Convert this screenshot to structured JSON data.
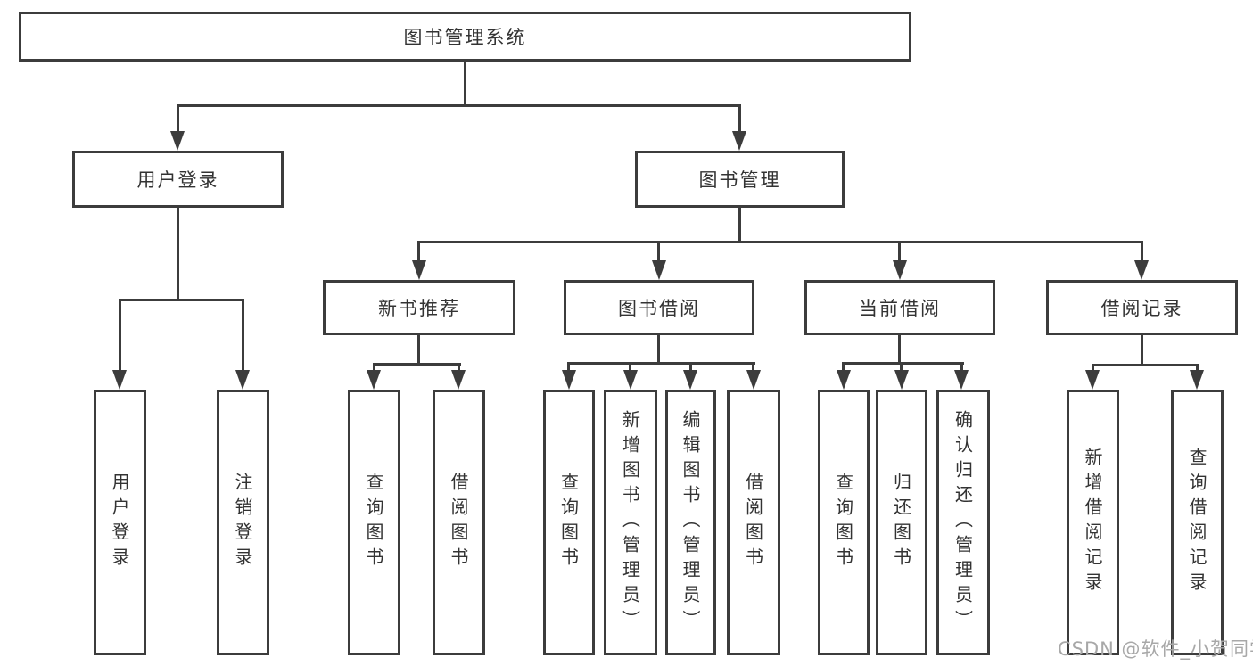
{
  "tree": {
    "root": {
      "label": "图书管理系统",
      "children": [
        {
          "label": "用户登录",
          "children": [
            {
              "label": "用户登录"
            },
            {
              "label": "注销登录"
            }
          ]
        },
        {
          "label": "图书管理",
          "children": [
            {
              "label": "新书推荐",
              "children": [
                {
                  "label": "查询图书"
                },
                {
                  "label": "借阅图书"
                }
              ]
            },
            {
              "label": "图书借阅",
              "children": [
                {
                  "label": "查询图书"
                },
                {
                  "label": "新增图书（管理员）"
                },
                {
                  "label": "编辑图书（管理员）"
                },
                {
                  "label": "借阅图书"
                }
              ]
            },
            {
              "label": "当前借阅",
              "children": [
                {
                  "label": "查询图书"
                },
                {
                  "label": "归还图书"
                },
                {
                  "label": "确认归还（管理员）"
                }
              ]
            },
            {
              "label": "借阅记录",
              "children": [
                {
                  "label": "新增借阅记录"
                },
                {
                  "label": "查询借阅记录"
                }
              ]
            }
          ]
        }
      ]
    }
  },
  "watermark": "CSDN @软件_小贺同学",
  "colors": {
    "line": "#3c3c3c",
    "text": "#333333",
    "watermark": "#a8a8a8",
    "background": "#ffffff"
  }
}
